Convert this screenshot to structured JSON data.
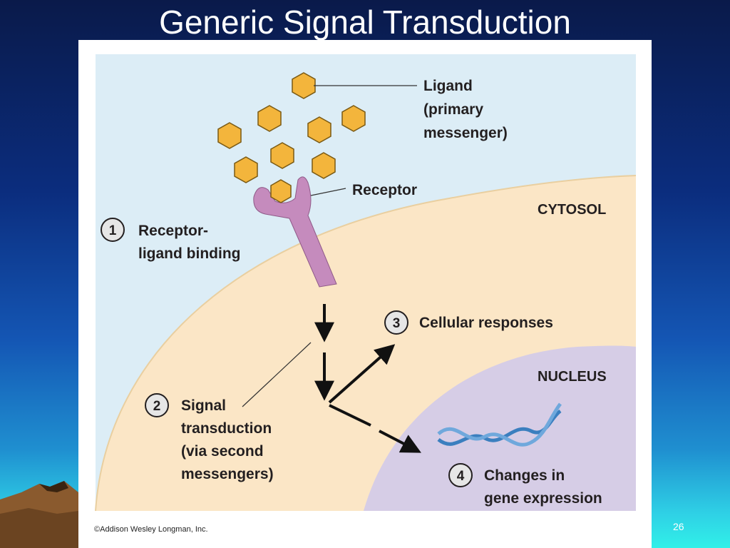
{
  "slide": {
    "title": "Generic Signal Transduction",
    "page_number": "26"
  },
  "figure": {
    "ligand_label": [
      "Ligand",
      "(primary",
      "messenger)"
    ],
    "receptor_label": "Receptor",
    "cytosol_label": "CYTOSOL",
    "nucleus_label": "NUCLEUS",
    "steps": [
      {
        "number": "1",
        "lines": [
          "Receptor-",
          "ligand binding"
        ]
      },
      {
        "number": "2",
        "lines": [
          "Signal",
          "transduction",
          "(via second",
          "messengers)"
        ]
      },
      {
        "number": "3",
        "lines": [
          "Cellular responses"
        ]
      },
      {
        "number": "4",
        "lines": [
          "Changes in",
          "gene expression"
        ]
      }
    ],
    "copyright": "©Addison Wesley Longman, Inc."
  },
  "colors": {
    "extracellular": "#dcedf6",
    "cytosol": "#fbe6c6",
    "nucleus": "#d6cde6",
    "ligand": "#f3b53c",
    "receptor": "#c58bbd",
    "dna": "#3b7fbf"
  }
}
